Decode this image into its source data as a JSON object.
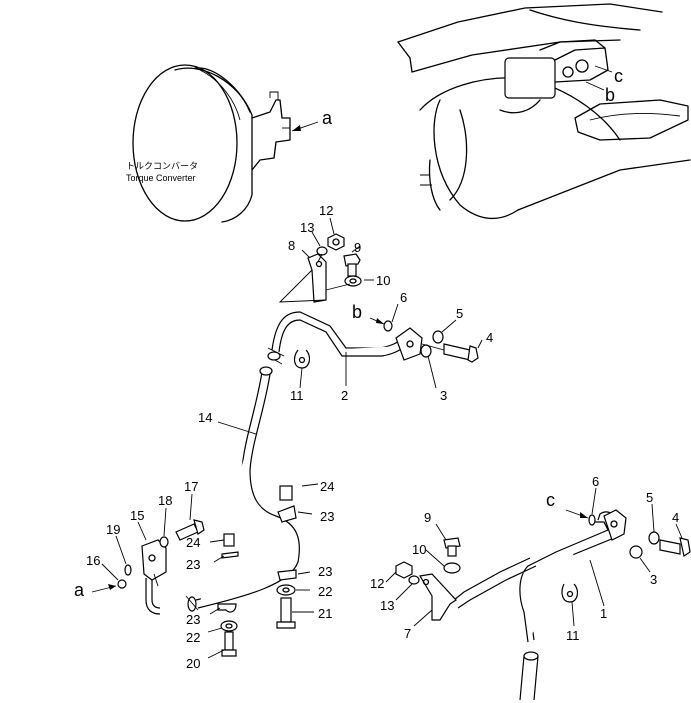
{
  "caption": {
    "jp": "トルクコンバータ",
    "en": "Torque Converter"
  },
  "callouts": [
    {
      "id": "a-top",
      "text": "a"
    },
    {
      "id": "b-inset",
      "text": "b"
    },
    {
      "id": "c-inset",
      "text": "c"
    },
    {
      "id": "p12-top",
      "text": "12"
    },
    {
      "id": "p13-top",
      "text": "13"
    },
    {
      "id": "p9-top",
      "text": "9"
    },
    {
      "id": "p8-top",
      "text": "8"
    },
    {
      "id": "p10-top",
      "text": "10"
    },
    {
      "id": "b-mid",
      "text": "b"
    },
    {
      "id": "p6-top",
      "text": "6"
    },
    {
      "id": "p5-top",
      "text": "5"
    },
    {
      "id": "p4-top",
      "text": "4"
    },
    {
      "id": "p3-top",
      "text": "3"
    },
    {
      "id": "p11-top",
      "text": "11"
    },
    {
      "id": "p2",
      "text": "2"
    },
    {
      "id": "p14",
      "text": "14"
    },
    {
      "id": "p17",
      "text": "17"
    },
    {
      "id": "p18",
      "text": "18"
    },
    {
      "id": "p15",
      "text": "15"
    },
    {
      "id": "p19",
      "text": "19"
    },
    {
      "id": "p16",
      "text": "16"
    },
    {
      "id": "a-bottom",
      "text": "a"
    },
    {
      "id": "p24-a",
      "text": "24"
    },
    {
      "id": "p23-a",
      "text": "23"
    },
    {
      "id": "p24-b",
      "text": "24"
    },
    {
      "id": "p23-b",
      "text": "23"
    },
    {
      "id": "p23-c",
      "text": "23"
    },
    {
      "id": "p22-a",
      "text": "22"
    },
    {
      "id": "p23-d",
      "text": "23"
    },
    {
      "id": "p22-b",
      "text": "22"
    },
    {
      "id": "p21",
      "text": "21"
    },
    {
      "id": "p20",
      "text": "20"
    },
    {
      "id": "c-bottom",
      "text": "c"
    },
    {
      "id": "p6-bottom",
      "text": "6"
    },
    {
      "id": "p5-bottom",
      "text": "5"
    },
    {
      "id": "p4-bottom",
      "text": "4"
    },
    {
      "id": "p3-bottom",
      "text": "3"
    },
    {
      "id": "p9-bottom",
      "text": "9"
    },
    {
      "id": "p10-bottom",
      "text": "10"
    },
    {
      "id": "p12-bottom",
      "text": "12"
    },
    {
      "id": "p13-bottom",
      "text": "13"
    },
    {
      "id": "p7",
      "text": "7"
    },
    {
      "id": "p1",
      "text": "1"
    },
    {
      "id": "p11-bottom",
      "text": "11"
    }
  ]
}
